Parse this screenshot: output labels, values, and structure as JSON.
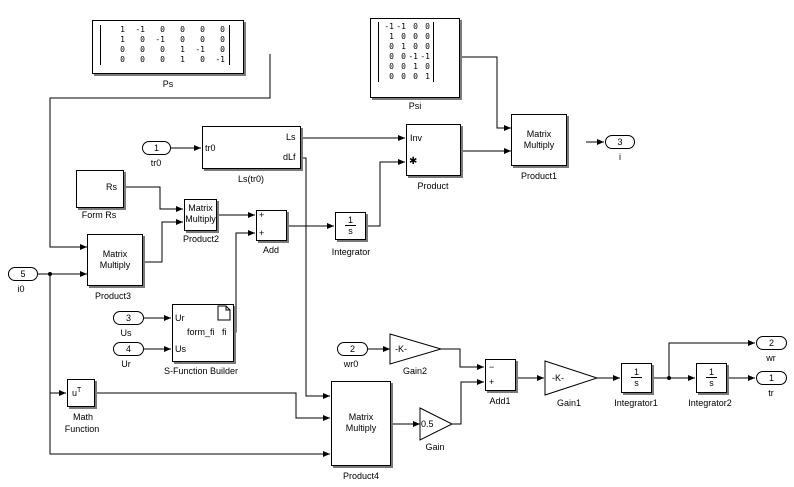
{
  "blocks": {
    "ps": {
      "label": "Ps",
      "rows": [
        [
          "1",
          "-1",
          "0",
          "0",
          "0",
          "0"
        ],
        [
          "1",
          "0",
          "-1",
          "0",
          "0",
          "0"
        ],
        [
          "0",
          "0",
          "0",
          "1",
          "-1",
          "0"
        ],
        [
          "0",
          "0",
          "0",
          "1",
          "0",
          "-1"
        ]
      ]
    },
    "psi": {
      "label": "Psi",
      "rows": [
        [
          "-1",
          "-1",
          "0",
          "0"
        ],
        [
          "1",
          "0",
          "0",
          "0"
        ],
        [
          "0",
          "1",
          "0",
          "0"
        ],
        [
          "0",
          "0",
          "-1",
          "-1"
        ],
        [
          "0",
          "0",
          "1",
          "0"
        ],
        [
          "0",
          "0",
          "0",
          "1"
        ]
      ]
    },
    "tr0_in": {
      "num": "1",
      "label": "tr0"
    },
    "ls": {
      "label": "Ls(tr0)",
      "in_port": "tr0",
      "out1": "Ls",
      "out2": "dLf"
    },
    "product": {
      "label": "Product",
      "in1": "Inv",
      "in2": "✱"
    },
    "product1": {
      "label": "Product1",
      "text1": "Matrix",
      "text2": "Multiply"
    },
    "i_out": {
      "num": "3",
      "label": "i"
    },
    "form_rs": {
      "label": "Form Rs",
      "out": "Rs"
    },
    "product2": {
      "label": "Product2",
      "text1": "Matrix",
      "text2": "Multiply"
    },
    "add": {
      "label": "Add",
      "s1": "+",
      "s2": "+"
    },
    "integrator": {
      "label": "Integrator",
      "num": "1",
      "den": "s"
    },
    "i0_in": {
      "num": "5",
      "label": "i0"
    },
    "product3": {
      "label": "Product3",
      "text1": "Matrix",
      "text2": "Multiply"
    },
    "us_in": {
      "num": "3",
      "label": "Us"
    },
    "ur_in": {
      "num": "4",
      "label": "Ur"
    },
    "sfunc": {
      "label": "S-Function Builder",
      "in1": "Ur",
      "in2": "Us",
      "name": "form_fi",
      "out": "fi"
    },
    "wr0_in": {
      "num": "2",
      "label": "wr0"
    },
    "gain2": {
      "label": "Gain2",
      "value": "-K-"
    },
    "add1": {
      "label": "Add1",
      "s1": "−",
      "s2": "+"
    },
    "gain1": {
      "label": "Gain1",
      "value": "-K-"
    },
    "integrator1": {
      "label": "Integrator1",
      "num": "1",
      "den": "s"
    },
    "integrator2": {
      "label": "Integrator2",
      "num": "1",
      "den": "s"
    },
    "wr_out": {
      "num": "2",
      "label": "wr"
    },
    "tr_out": {
      "num": "1",
      "label": "tr"
    },
    "math": {
      "label1": "Math",
      "label2": "Function",
      "text": "u",
      "sup": "T"
    },
    "product4": {
      "label": "Product4",
      "text1": "Matrix",
      "text2": "Multiply"
    },
    "gain": {
      "label": "Gain",
      "value": "0.5"
    }
  }
}
